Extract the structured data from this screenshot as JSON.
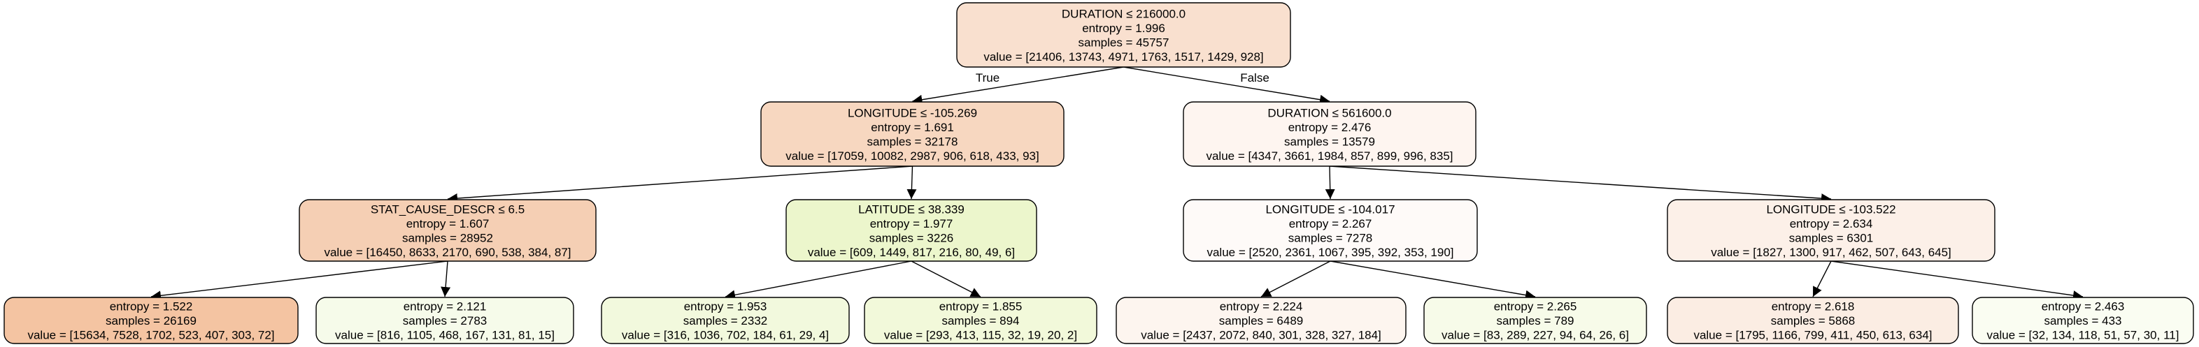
{
  "tree": {
    "nodes": [
      {
        "id": "n0",
        "lines": [
          "DURATION ≤ 216000.0",
          "entropy = 1.996",
          "samples = 45757",
          "value = [21406, 13743, 4971, 1763, 1517, 1429, 928]"
        ],
        "fill": "#f9e0cf"
      },
      {
        "id": "n1",
        "lines": [
          "LONGITUDE ≤ -105.269",
          "entropy = 1.691",
          "samples = 32178",
          "value = [17059, 10082, 2987, 906, 618, 433, 93]"
        ],
        "fill": "#f7d7c0"
      },
      {
        "id": "n2",
        "lines": [
          "DURATION ≤ 561600.0",
          "entropy = 2.476",
          "samples = 13579",
          "value = [4347, 3661, 1984, 857, 899, 996, 835]"
        ],
        "fill": "#fef5f0"
      },
      {
        "id": "n3",
        "lines": [
          "STAT_CAUSE_DESCR ≤ 6.5",
          "entropy = 1.607",
          "samples = 28952",
          "value = [16450, 8633, 2170, 690, 538, 384, 87]"
        ],
        "fill": "#f5cfb4"
      },
      {
        "id": "n4",
        "lines": [
          "LATITUDE ≤ 38.339",
          "entropy = 1.977",
          "samples = 3226",
          "value = [609, 1449, 817, 216, 80, 49, 6]"
        ],
        "fill": "#ecf6cc"
      },
      {
        "id": "n5",
        "lines": [
          "LONGITUDE ≤ -104.017",
          "entropy = 2.267",
          "samples = 7278",
          "value = [2520, 2361, 1067, 395, 392, 353, 190]"
        ],
        "fill": "#fefaf8"
      },
      {
        "id": "n6",
        "lines": [
          "LONGITUDE ≤ -103.522",
          "entropy = 2.634",
          "samples = 6301",
          "value = [1827, 1300, 917, 462, 507, 643, 645]"
        ],
        "fill": "#fcf0e8"
      },
      {
        "id": "n7",
        "lines": [
          "entropy = 1.522",
          "samples = 26169",
          "value = [15634, 7528, 1702, 523, 407, 303, 72]"
        ],
        "fill": "#f4c4a2"
      },
      {
        "id": "n8",
        "lines": [
          "entropy = 2.121",
          "samples = 2783",
          "value = [816, 1105, 468, 167, 131, 81, 15]"
        ],
        "fill": "#f6fbea"
      },
      {
        "id": "n9",
        "lines": [
          "entropy = 1.953",
          "samples = 2332",
          "value = [316, 1036, 702, 184, 61, 29, 4]"
        ],
        "fill": "#f2f9dd"
      },
      {
        "id": "n10",
        "lines": [
          "entropy = 1.855",
          "samples = 894",
          "value = [293, 413, 115, 32, 19, 20, 2]"
        ],
        "fill": "#f2f9da"
      },
      {
        "id": "n11",
        "lines": [
          "entropy = 2.224",
          "samples = 6489",
          "value = [2437, 2072, 840, 301, 328, 327, 184]"
        ],
        "fill": "#fdf5ef"
      },
      {
        "id": "n12",
        "lines": [
          "entropy = 2.265",
          "samples = 789",
          "value = [83, 289, 227, 94, 64, 26, 6]"
        ],
        "fill": "#f7fbe9"
      },
      {
        "id": "n13",
        "lines": [
          "entropy = 2.618",
          "samples = 5868",
          "value = [1795, 1166, 799, 411, 450, 613, 634]"
        ],
        "fill": "#fbede3"
      },
      {
        "id": "n14",
        "lines": [
          "entropy = 2.463",
          "samples = 433",
          "value = [32, 134, 118, 51, 57, 30, 11]"
        ],
        "fill": "#fafdf2"
      }
    ],
    "edges": [
      {
        "from": "n0",
        "to": "n1",
        "label": "True"
      },
      {
        "from": "n0",
        "to": "n2",
        "label": "False"
      },
      {
        "from": "n1",
        "to": "n3",
        "label": ""
      },
      {
        "from": "n1",
        "to": "n4",
        "label": ""
      },
      {
        "from": "n2",
        "to": "n5",
        "label": ""
      },
      {
        "from": "n2",
        "to": "n6",
        "label": ""
      },
      {
        "from": "n3",
        "to": "n7",
        "label": ""
      },
      {
        "from": "n3",
        "to": "n8",
        "label": ""
      },
      {
        "from": "n4",
        "to": "n9",
        "label": ""
      },
      {
        "from": "n4",
        "to": "n10",
        "label": ""
      },
      {
        "from": "n5",
        "to": "n11",
        "label": ""
      },
      {
        "from": "n5",
        "to": "n12",
        "label": ""
      },
      {
        "from": "n6",
        "to": "n13",
        "label": ""
      },
      {
        "from": "n6",
        "to": "n14",
        "label": ""
      }
    ]
  }
}
